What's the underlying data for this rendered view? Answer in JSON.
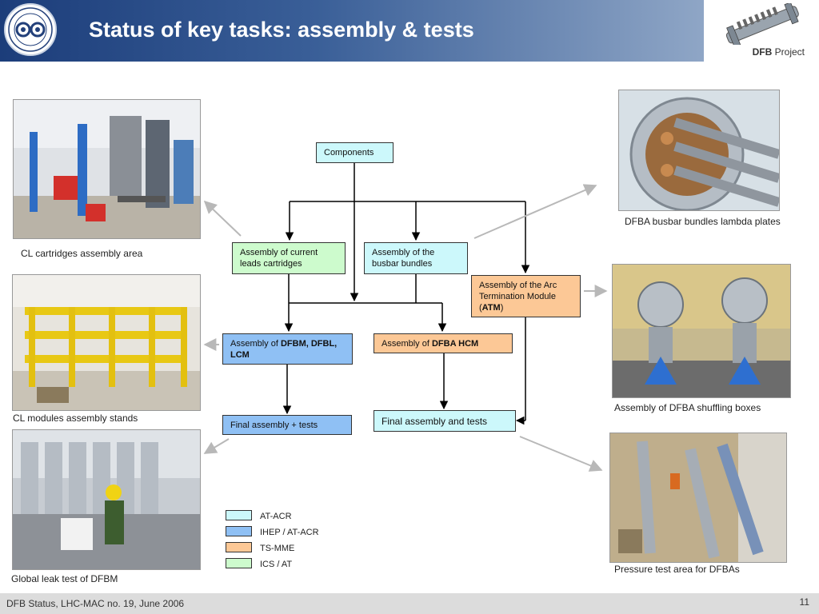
{
  "header": {
    "title": "Status of key tasks: assembly & tests"
  },
  "project": {
    "bold": "DFB",
    "rest": " Project"
  },
  "flow": {
    "components": "Components",
    "current_leads": "Assembly of current leads cartridges",
    "busbar": "Assembly of the busbar bundles",
    "atm_pre": "Assembly of the Arc Termination Module (",
    "atm_bold": "ATM",
    "atm_post": ")",
    "dfbm_pre": "Assembly of ",
    "dfbm_bold": "DFBM, DFBL, LCM",
    "hcm_pre": "Assembly of ",
    "hcm_bold": "DFBA HCM",
    "final_left": "Final assembly + tests",
    "final_right": "Final assembly and tests"
  },
  "legend": [
    {
      "label": "AT-ACR",
      "color": "#ccf8fb"
    },
    {
      "label": "IHEP / AT-ACR",
      "color": "#8fc0f4"
    },
    {
      "label": "TS-MME",
      "color": "#fcc896"
    },
    {
      "label": "ICS / AT",
      "color": "#cdfbcd"
    }
  ],
  "captions": {
    "cl_cartridges": "CL cartridges assembly area",
    "cl_modules": "CL modules assembly stands",
    "leak_test": "Global leak test of DFBM",
    "busbar_plates": "DFBA busbar bundles lambda plates",
    "shuffling": "Assembly of DFBA shuffling boxes",
    "pressure": "Pressure test area for DFBAs"
  },
  "footer": {
    "text": "DFB Status, LHC-MAC no. 19, June 2006",
    "page": "11"
  }
}
